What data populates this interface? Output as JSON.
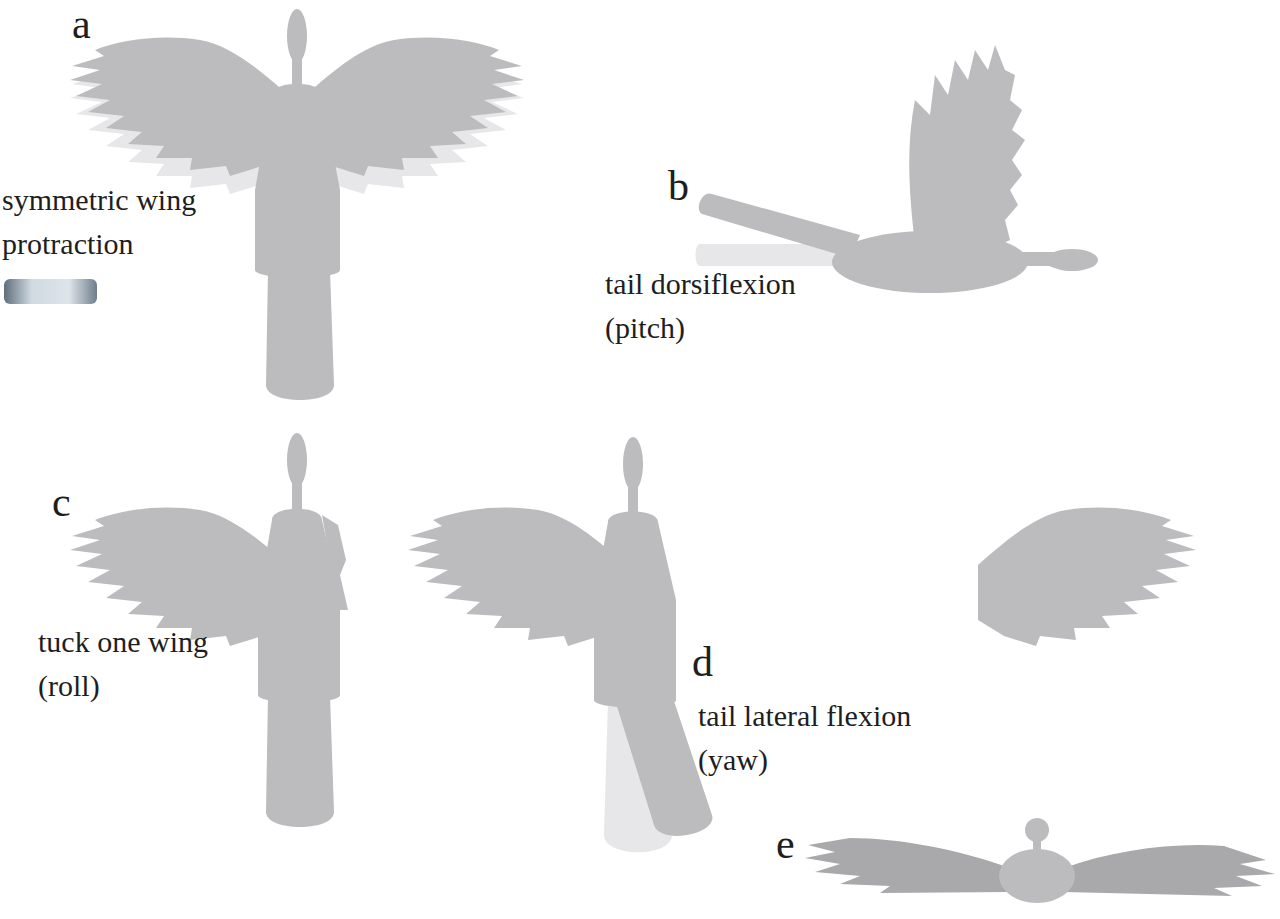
{
  "diagram": {
    "labels": [
      "a",
      "symmetric wing protraction",
      "b",
      "tail dorsiflexion (pitch)",
      "c",
      "tuck one wing (roll)",
      "d",
      "tail lateral flexion (yaw)",
      "e"
    ]
  }
}
